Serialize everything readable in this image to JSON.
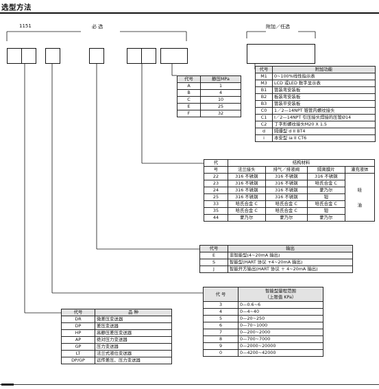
{
  "title": "选型方法",
  "header": {
    "model": "1151",
    "required": "必  选",
    "optional": "附加／任选"
  },
  "static_pressure_table": {
    "headers": [
      "代号",
      "静压MPa"
    ],
    "rows": [
      [
        "A",
        "1"
      ],
      [
        "B",
        "4"
      ],
      [
        "C",
        "10"
      ],
      [
        "E",
        "25"
      ],
      [
        "F",
        "32"
      ]
    ]
  },
  "options_table": {
    "headers": [
      "代号",
      "附加功能"
    ],
    "rows": [
      [
        "M1",
        "0~100%线性指示表"
      ],
      [
        "M3",
        "LCD 或LED 数字显示表"
      ],
      [
        "B1",
        "管装弯安装板"
      ],
      [
        "B2",
        "板装弯安装板"
      ],
      [
        "B3",
        "管装平安装板"
      ],
      [
        "C0",
        "1／2—14NPT 锥管内螺纹接头"
      ],
      [
        "C1",
        "I／2—14NPT 引压接头焊接的压管Ø14"
      ],
      [
        "C2",
        "丁字形螺纹接头M20 X 1.5"
      ],
      [
        "d",
        "隔爆型 d II BT4"
      ],
      [
        "i",
        "本安型 ia II CT6"
      ]
    ]
  },
  "material_table": {
    "code_header_top": "代",
    "code_header_bottom": "号",
    "group_header": "结构材料",
    "sub_headers": [
      "法兰接头",
      "排气／排液阀",
      "隔离膜片"
    ],
    "fill_header": "灌充液体",
    "fill_values": [
      "硅",
      "油"
    ],
    "rows": [
      [
        "22",
        "316 不锈钢",
        "316 不锈钢",
        "316 不锈钢"
      ],
      [
        "23",
        "316 不锈钢",
        "316 不锈钢",
        "哈氏合金 C"
      ],
      [
        "24",
        "316 不锈钢",
        "316 不锈钢",
        "蒙乃尔"
      ],
      [
        "25",
        "316 不锈钢",
        "316 不锈钢",
        "钽"
      ],
      [
        "33",
        "哈氏合金 C",
        "哈氏合金 C",
        "哈氏合金 C"
      ],
      [
        "35",
        "哈氏合金 C",
        "哈氏合金 C",
        "钽"
      ],
      [
        "44",
        "蒙乃尔",
        "蒙乃尔",
        "蒙乃尔"
      ]
    ]
  },
  "output_table": {
    "headers": [
      "代号",
      "输出"
    ],
    "rows": [
      [
        "E",
        "非智能型(4~20mA 输出)"
      ],
      [
        "S",
        "智能型(HART 协议 +4~20mA 输出)"
      ],
      [
        "J",
        "智能开方输出(HART 协议 ＋ 4~20mA 输出)"
      ]
    ]
  },
  "range_table": {
    "code_header": "代  号",
    "range_header_line1": "智能型量程范围",
    "range_header_line2": "（上限值 KPa）",
    "rows": [
      [
        "3",
        "0—0.6~6"
      ],
      [
        "4",
        "0—4~40"
      ],
      [
        "5",
        "0—20~250"
      ],
      [
        "6",
        "0—70~1000"
      ],
      [
        "7",
        "0—200~2000"
      ],
      [
        "8",
        "0—700~7000"
      ],
      [
        "9",
        "0—2000~20000"
      ],
      [
        "0",
        "0—4200~42000"
      ]
    ]
  },
  "product_table": {
    "headers": [
      "代号",
      "品  种"
    ],
    "rows": [
      [
        "DR",
        "微差压变送器"
      ],
      [
        "DP",
        "差压变送器"
      ],
      [
        "HP",
        "高静压差压变送器"
      ],
      [
        "AP",
        "绝对压力变送器"
      ],
      [
        "GP",
        "压力变送器"
      ],
      [
        "LT",
        "法兰式液位变送器"
      ],
      [
        "DP/GP",
        "远传差压、压力变送器"
      ]
    ]
  }
}
